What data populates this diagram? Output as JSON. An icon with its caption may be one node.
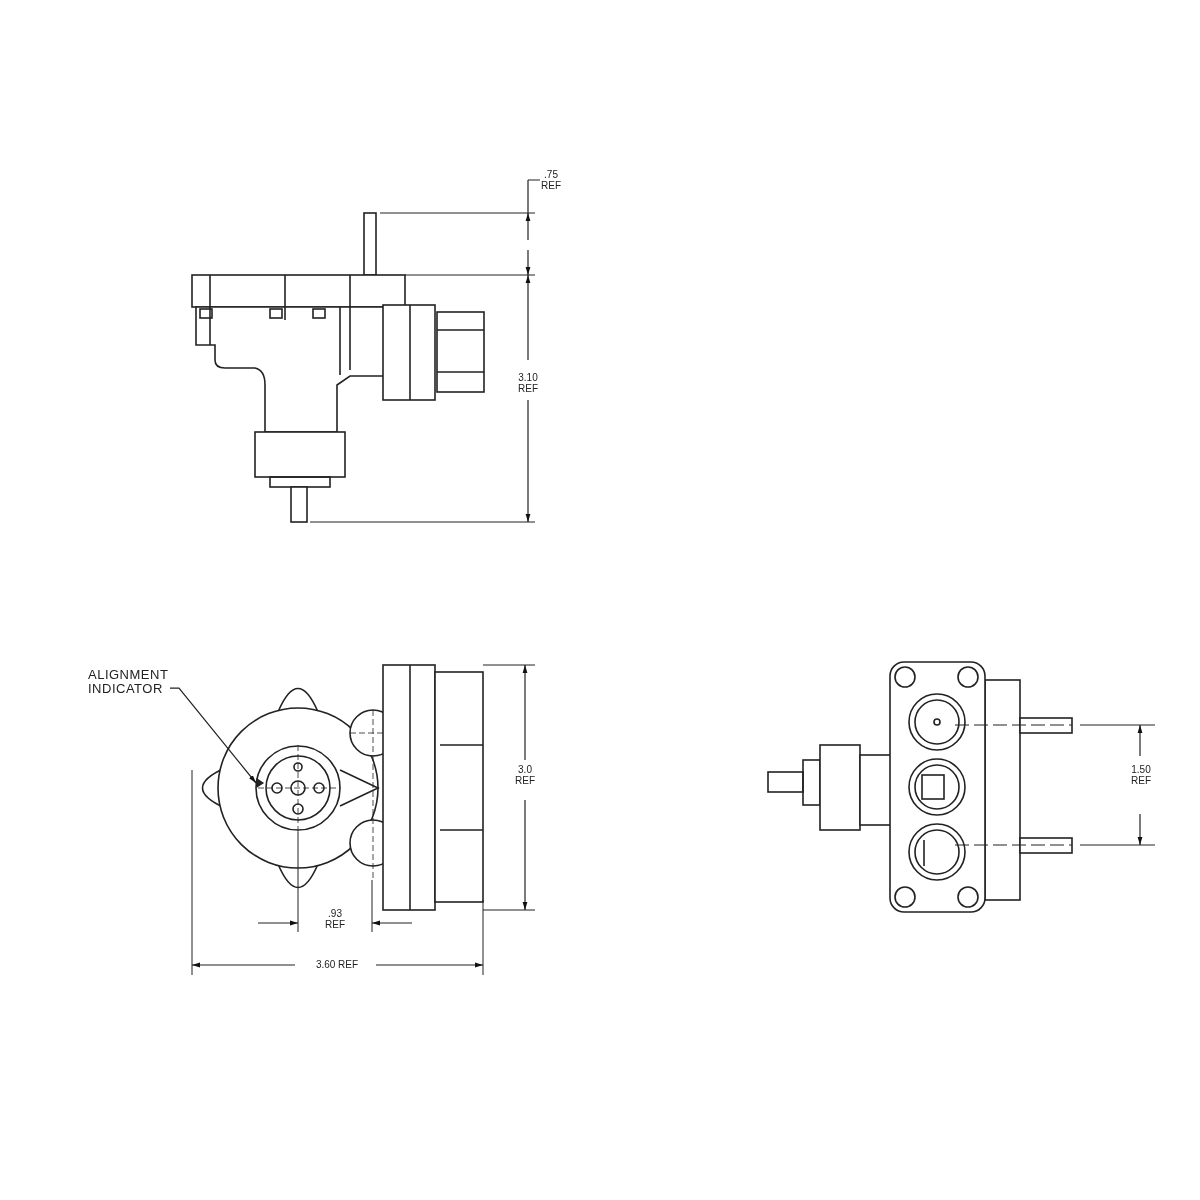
{
  "diagram": {
    "nodes": [
      {
        "text": [
          "ALIGNMENT INDICATOR"
        ]
      },
      {
        "text": [],
        "shape": "picture"
      }
    ],
    "edges": [
      {
        "from": 0,
        "to": 1,
        "arrow": "to"
      }
    ],
    "labels": [
      ".75 REF",
      "3.10 REF",
      "3.0 REF",
      ".93 REF",
      "3.60 REF",
      "1.50 REF"
    ]
  }
}
